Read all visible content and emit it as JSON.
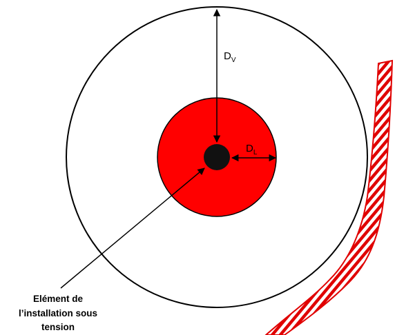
{
  "labels": {
    "dv_main": "D",
    "dv_sub": "V",
    "dl_main": "D",
    "dl_sub": "L",
    "element_line1": "Elément de",
    "element_line2": "l’installation sous",
    "element_line3": "tension"
  },
  "colors": {
    "danger_zone": "#ff0000",
    "live_element": "#111111",
    "outline": "#000000",
    "obstacle_hatch": "#e00000",
    "background": "#ffffff"
  }
}
